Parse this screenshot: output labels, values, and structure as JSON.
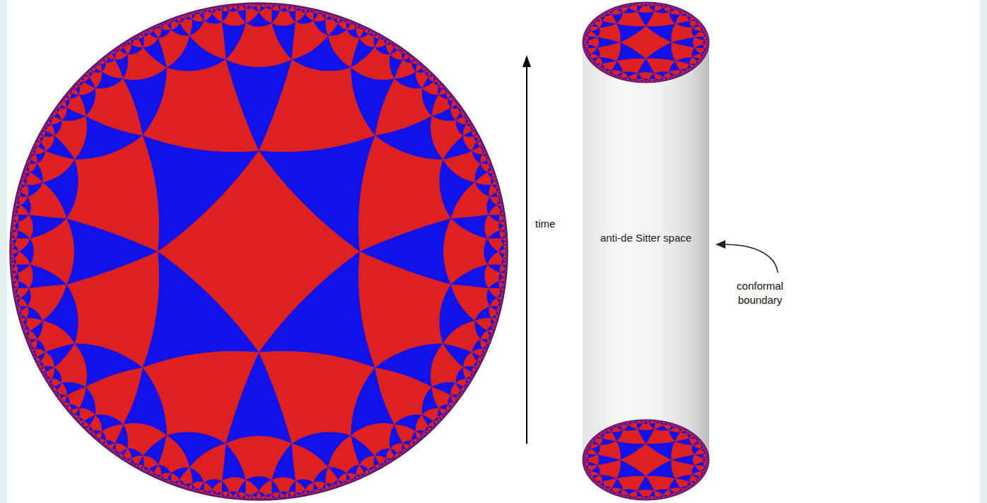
{
  "diagram": {
    "nodes": [
      {
        "text": [
          "anti-de Sitter space"
        ]
      }
    ],
    "labels": [
      "time",
      "conformal boundary"
    ]
  }
}
